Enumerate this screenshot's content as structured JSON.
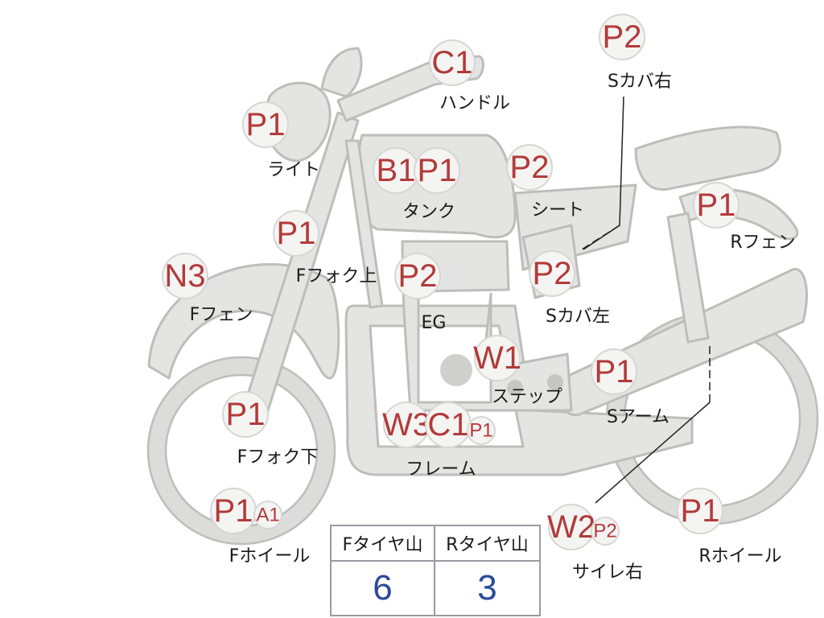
{
  "parts": [
    {
      "id": "c1-handle",
      "codes": [
        "C1"
      ],
      "label": "ハンドル"
    },
    {
      "id": "p2-scover-right",
      "codes": [
        "P2"
      ],
      "label": "Sカバ右"
    },
    {
      "id": "p1-light",
      "codes": [
        "P1"
      ],
      "label": "ライト"
    },
    {
      "id": "b1-p1-tank",
      "codes": [
        "B1",
        "P1"
      ],
      "label": "タンク"
    },
    {
      "id": "p2-seat",
      "codes": [
        "P2"
      ],
      "label": "シート"
    },
    {
      "id": "p1-rfender",
      "codes": [
        "P1"
      ],
      "label": "Rフェン"
    },
    {
      "id": "p1-ffork-upper",
      "codes": [
        "P1"
      ],
      "label": "Fフォク上"
    },
    {
      "id": "n3-ffender",
      "codes": [
        "N3"
      ],
      "label": "Fフェン"
    },
    {
      "id": "p2-eg",
      "codes": [
        "P2"
      ],
      "label": "EG"
    },
    {
      "id": "p2-scover-left",
      "codes": [
        "P2"
      ],
      "label": "Sカバ左"
    },
    {
      "id": "w1-step",
      "codes": [
        "W1"
      ],
      "label": "ステップ"
    },
    {
      "id": "p1-sarm",
      "codes": [
        "P1"
      ],
      "label": "Sアーム"
    },
    {
      "id": "p1-ffork-lower",
      "codes": [
        "P1"
      ],
      "label": "Fフォク下"
    },
    {
      "id": "w3-c1-p1-frame",
      "codes": [
        "W3",
        "C1",
        "P1"
      ],
      "label": "フレーム"
    },
    {
      "id": "p1-a1-fwheel",
      "codes": [
        "P1",
        "A1"
      ],
      "label": "Fホイール"
    },
    {
      "id": "w2-p2-muffler-right",
      "codes": [
        "W2",
        "P2"
      ],
      "label": "サイレ右"
    },
    {
      "id": "p1-rwheel",
      "codes": [
        "P1"
      ],
      "label": "Rホイール"
    }
  ],
  "tire_table": {
    "headers": [
      "Fタイヤ山",
      "Rタイヤ山"
    ],
    "values": [
      "6",
      "3"
    ]
  },
  "colors": {
    "code": "#b23a3a",
    "value": "#2a4a9a",
    "body": "#e4e4e2"
  }
}
